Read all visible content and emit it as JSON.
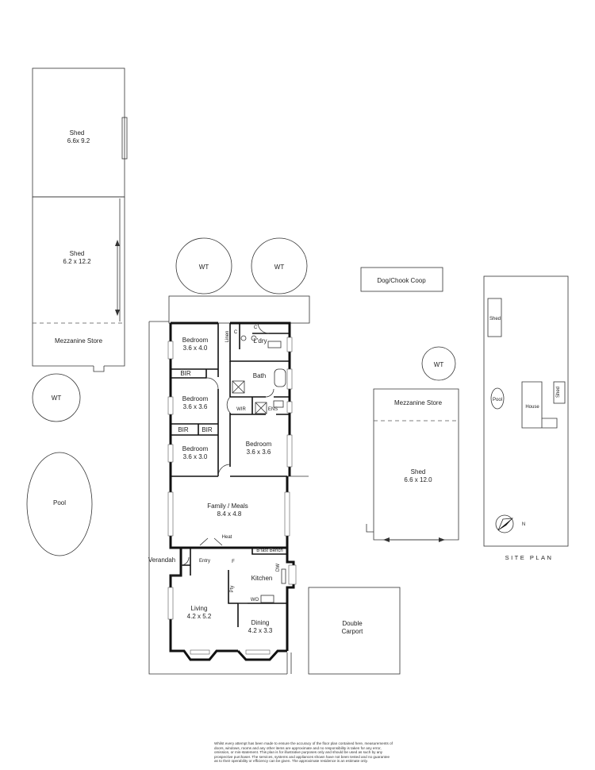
{
  "outbuildings": {
    "shed_top": {
      "name": "Shed",
      "size": "6.6x 9.2"
    },
    "shed_mid": {
      "name": "Shed",
      "size": "6.2 x 12.2"
    },
    "mezzanine_left": "Mezzanine Store",
    "wt_top_left": "WT",
    "wt_top_right": "WT",
    "wt_left": "WT",
    "wt_right": "WT",
    "pool": "Pool",
    "coop": "Dog/Chook Coop",
    "mezzanine_right": "Mezzanine Store",
    "shed_right": {
      "name": "Shed",
      "size": "6.6 x 12.0"
    },
    "carport": {
      "line1": "Double",
      "line2": "Carport"
    }
  },
  "house": {
    "bedroom1": {
      "name": "Bedroom",
      "size": "3.6 x 4.0"
    },
    "bedroom2": {
      "name": "Bedroom",
      "size": "3.6 x 3.6"
    },
    "bedroom3": {
      "name": "Bedroom",
      "size": "3.6 x 3.0"
    },
    "bedroom4": {
      "name": "Bedroom",
      "size": "3.6 x 3.6"
    },
    "bir1": "BIR",
    "bir2": "BIR",
    "bir3": "BIR",
    "linen": "Linen",
    "c1": "C",
    "c2": "C",
    "laundry": "L'dry",
    "bath": "Bath",
    "wir": "WIR",
    "ens": "ENS",
    "family": {
      "name": "Family / Meals",
      "size": "8.4 x 4.8"
    },
    "heat": "Heat",
    "bfast": "B'fast Bench",
    "verandah": "Verandah",
    "entry": "Entry",
    "fridge": "F",
    "dw": "DW",
    "kitchen": "Kitchen",
    "pantry": "Pty",
    "wo": "WO",
    "living": {
      "name": "Living",
      "size": "4.2 x 5.2"
    },
    "dining": {
      "name": "Dining",
      "size": "4.2 x 3.3"
    }
  },
  "site_plan": {
    "shed1": "Shed",
    "pool": "Pool",
    "house": "House",
    "shed2": "Shed",
    "north": "N",
    "caption": "SITE PLAN"
  },
  "disclaimer": "Whilst every attempt has been made to ensure the accuracy of the floor plan contained here, measurements of doors, windows, rooms and any other items are approximate and no responsibility is taken for any error, omission, or mis-statement. This plan is for illustrative purposes only and should be used as such by any prospective purchaser. The services, systems and appliances shown have not been tested and no guarantee as to their operability or efficiency can be given. The approximate residence is an estimate only."
}
